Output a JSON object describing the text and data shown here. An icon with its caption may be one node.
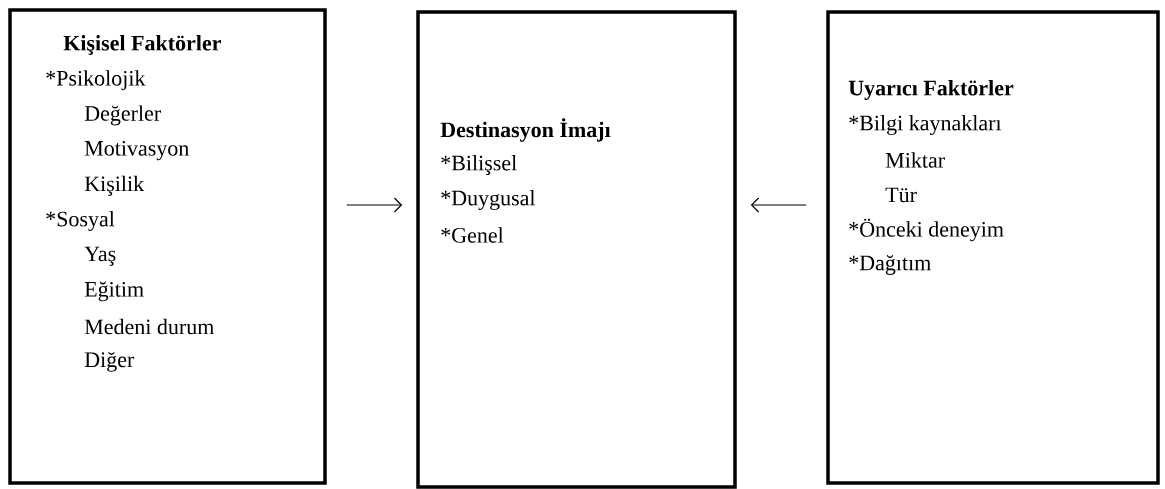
{
  "diagram": {
    "nodes": [
      {
        "text": [
          "Kişisel Faktörler",
          "*Psikolojik",
          "Değerler",
          "Motivasyon",
          "Kişilik",
          "*Sosyal",
          "Yaş",
          "Eğitim",
          "Medeni durum",
          "Diğer"
        ]
      },
      {
        "text": [
          "Destinasyon İmajı",
          "*Bilişsel",
          "*Duygusal",
          "*Genel"
        ]
      },
      {
        "text": [
          "Uyarıcı Faktörler",
          "*Bilgi kaynakları",
          "Miktar",
          "Tür",
          "*Önceki deneyim",
          "*Dağıtım"
        ]
      }
    ],
    "edges": [
      {
        "from": 0,
        "to": 1,
        "arrow": "to"
      },
      {
        "from": 2,
        "to": 1,
        "arrow": "to"
      }
    ]
  }
}
